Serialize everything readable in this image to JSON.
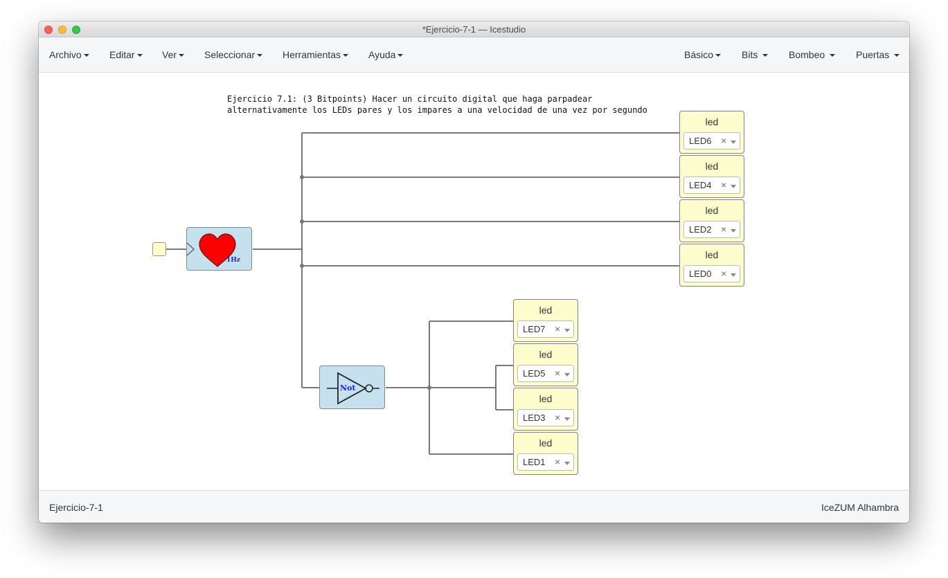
{
  "window": {
    "title": "*Ejercicio-7-1 — Icestudio"
  },
  "menus_left": [
    "Archivo",
    "Editar",
    "Ver",
    "Seleccionar",
    "Herramientas",
    "Ayuda"
  ],
  "menus_right": [
    "Básico",
    "Bits",
    "Bombeo",
    "Puertas"
  ],
  "comment": {
    "line1": "Ejercicio 7.1: (3 Bitpoints) Hacer un circuito digital que haga parpadear",
    "line2": "alternativamente los LEDs pares y los impares a una velocidad de una vez por segundo"
  },
  "blocks": {
    "clock": {
      "label": "1Hz",
      "icon": "heart-icon",
      "color": "#ff0000"
    },
    "not_gate": {
      "label": "Not",
      "icon": "not-gate-icon"
    }
  },
  "leds": [
    {
      "label": "led",
      "value": "LED6"
    },
    {
      "label": "led",
      "value": "LED4"
    },
    {
      "label": "led",
      "value": "LED2"
    },
    {
      "label": "led",
      "value": "LED0"
    },
    {
      "label": "led",
      "value": "LED7"
    },
    {
      "label": "led",
      "value": "LED5"
    },
    {
      "label": "led",
      "value": "LED3"
    },
    {
      "label": "led",
      "value": "LED1"
    }
  ],
  "clear_symbol": "×",
  "status": {
    "left": "Ejercicio-7-1",
    "right": "IceZUM Alhambra"
  },
  "colors": {
    "led_block": "#fcfccc",
    "logic_block": "#c4e1ed",
    "wire": "#777777"
  }
}
